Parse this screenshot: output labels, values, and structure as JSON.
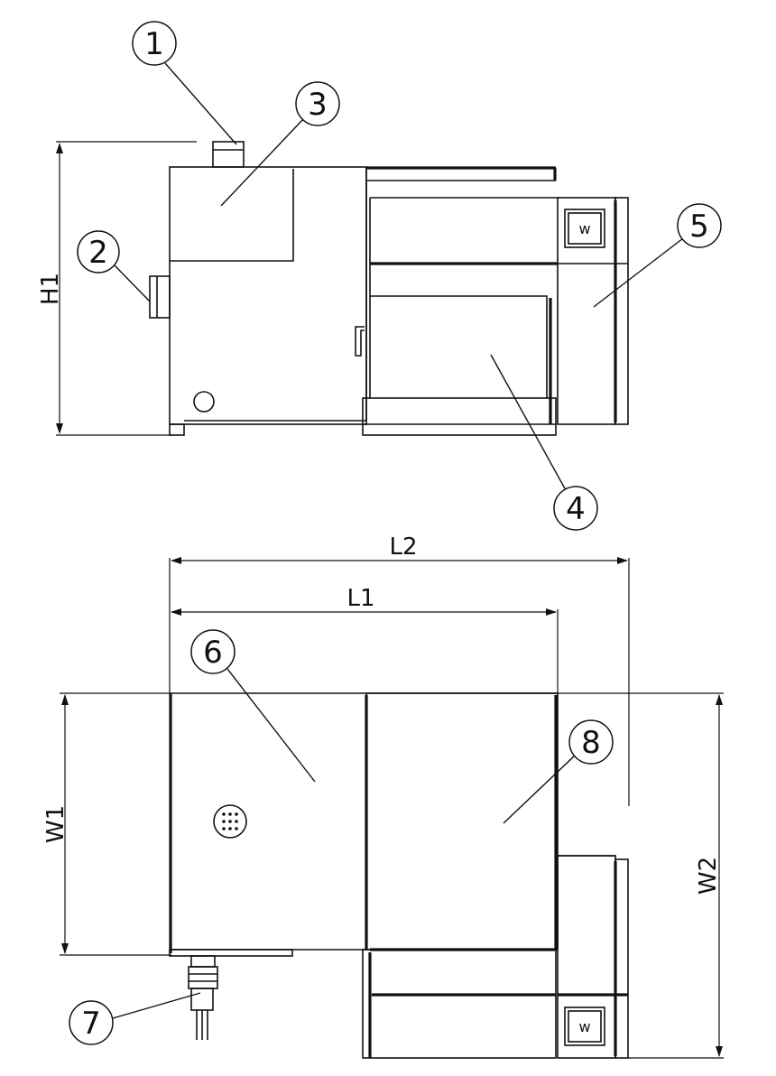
{
  "callouts": {
    "c1": "1",
    "c2": "2",
    "c3": "3",
    "c4": "4",
    "c5": "5",
    "c6": "6",
    "c7": "7",
    "c8": "8"
  },
  "dimensions": {
    "h1": "H1",
    "l1": "L1",
    "l2": "L2",
    "w1": "W1",
    "w2": "W2"
  },
  "panel_marks": {
    "side_view": "w",
    "top_view": "w"
  },
  "colors": {
    "line": "#111111",
    "background": "#ffffff"
  }
}
